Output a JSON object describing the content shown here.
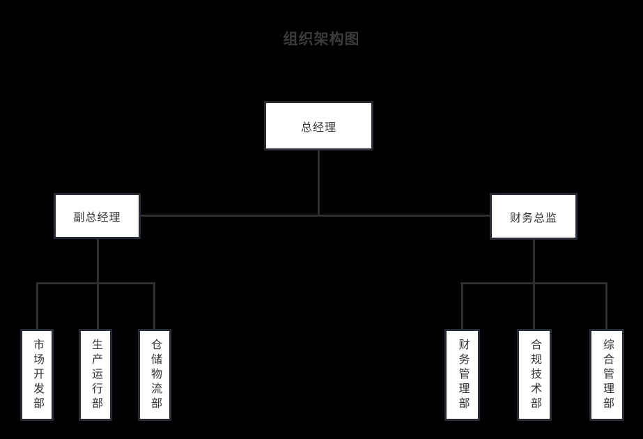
{
  "title": "组织架构图",
  "palette": {
    "background": "#000000",
    "node_fill": "#ffffff",
    "node_border": "#272c35",
    "connector": "#2e2e2e",
    "node_text": "#333333",
    "title_text": "#3b3b3b"
  },
  "nodes": {
    "ceo": {
      "label": "总经理"
    },
    "vp": {
      "label": "副总经理"
    },
    "cfo": {
      "label": "财务总监"
    },
    "vp_departments": [
      {
        "label": "市场开发部"
      },
      {
        "label": "生产运行部"
      },
      {
        "label": "仓储物流部"
      }
    ],
    "cfo_departments": [
      {
        "label": "财务管理部"
      },
      {
        "label": "合规技术部"
      },
      {
        "label": "综合管理部"
      }
    ]
  },
  "hierarchy": {
    "总经理": [
      "副总经理",
      "财务总监"
    ],
    "副总经理": [
      "市场开发部",
      "生产运行部",
      "仓储物流部"
    ],
    "财务总监": [
      "财务管理部",
      "合规技术部",
      "综合管理部"
    ]
  }
}
